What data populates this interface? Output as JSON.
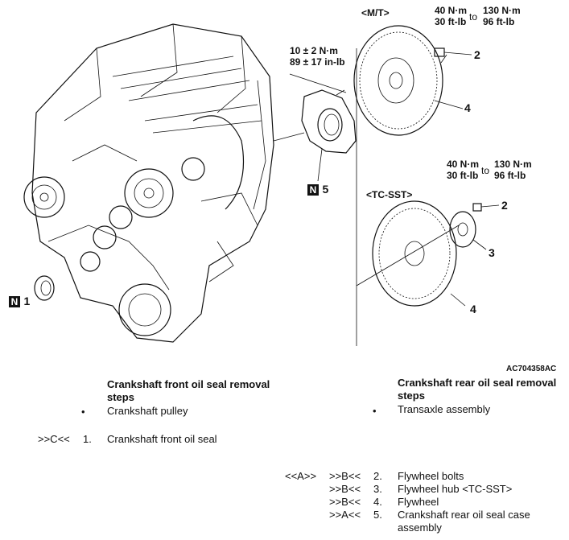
{
  "illustration": {
    "label_mt": "<M/T>",
    "label_tcsst": "<TC-SST>",
    "torque_top_a": "40 N·m",
    "torque_top_a2": "30 ft-lb",
    "torque_top_to": "to",
    "torque_top_b": "130 N·m",
    "torque_top_b2": "96 ft-lb",
    "torque_case_a": "10 ± 2 N·m",
    "torque_case_b": "89 ± 17 in-lb",
    "torque_mid_a": "40 N·m",
    "torque_mid_a2": "30 ft-lb",
    "torque_mid_to": "to",
    "torque_mid_b": "130 N·m",
    "torque_mid_b2": "96 ft-lb",
    "callout_2_top": "2",
    "callout_4_top": "4",
    "callout_5": "5",
    "callout_2_mid": "2",
    "callout_3": "3",
    "callout_4_bottom": "4",
    "callout_1": "1",
    "n_mark": "N",
    "figure_code": "AC704358AC"
  },
  "front": {
    "title_line1": "Crankshaft front oil seal removal",
    "title_line2": "steps",
    "bullet": "•",
    "pre_step": "Crankshaft pulley",
    "steps": [
      {
        "mark": ">>C<<",
        "num": "1.",
        "text": "Crankshaft front oil seal"
      }
    ]
  },
  "rear": {
    "title_line1": "Crankshaft rear oil seal removal",
    "title_line2": "steps",
    "bullet": "•",
    "pre_step": "Transaxle assembly",
    "steps": [
      {
        "mark_a": "<<A>>",
        "mark_b": ">>B<<",
        "num": "2.",
        "text": "Flywheel bolts"
      },
      {
        "mark_a": "",
        "mark_b": ">>B<<",
        "num": "3.",
        "text": "Flywheel hub <TC-SST>"
      },
      {
        "mark_a": "",
        "mark_b": ">>B<<",
        "num": "4.",
        "text": "Flywheel"
      },
      {
        "mark_a": "",
        "mark_b": ">>A<<",
        "num": "5.",
        "text": "Crankshaft rear oil seal case"
      },
      {
        "mark_a": "",
        "mark_b": "",
        "num": "",
        "text": "assembly"
      }
    ]
  }
}
